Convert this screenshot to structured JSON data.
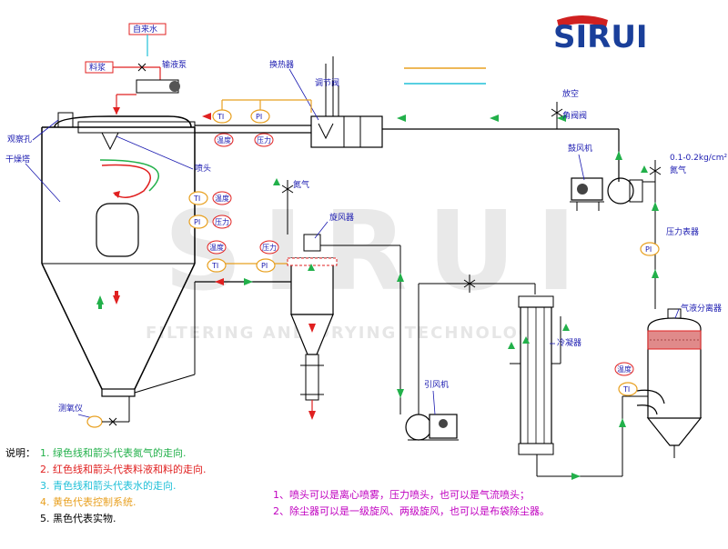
{
  "brand": {
    "logo_text": "SIRUI",
    "watermark": "FILTERING AND DRYING TECHNOLOGY"
  },
  "colors": {
    "nitrogen": "#22b04a",
    "feed": "#e02020",
    "cooling": "#20c0d8",
    "control": "#e8a020",
    "equipment": "#000000",
    "label": "#1a1ab0",
    "note": "#c000c0",
    "logo_blue": "#1a3f9a",
    "logo_red": "#d02020"
  },
  "labels": {
    "soft_water": "自来水",
    "feed_material": "料浆",
    "feed_pump": "输液泵",
    "heat_exchanger": "换热器",
    "regulating_valve": "调节阀",
    "vent": "放空",
    "check_valve": "角阀阀",
    "blower": "鼓风机",
    "pressure_spec": "0.1-0.2kg/cm²",
    "nitrogen_gas": "氮气",
    "pressure_gauge": "压力表器",
    "gas_liquid_separator": "气液分离器",
    "observation_hole": "观察孔",
    "dryer_tower": "干燥塔",
    "nozzle": "喷头",
    "nitrogen_left": "氮气",
    "cyclone": "旋风器",
    "condenser": "冷凝器",
    "exhaust_fan": "引风机",
    "temp_right": "温度",
    "oxygen_meter": "测氧仪"
  },
  "instruments": {
    "TI": "TI",
    "PI": "PI",
    "temp": "温度",
    "pressure": "压力"
  },
  "legend": {
    "title": "说明：",
    "items": [
      {
        "text": "1. 绿色线和箭头代表氮气的走向.",
        "color": "#22b04a"
      },
      {
        "text": "2. 红色线和箭头代表料液和料的走向.",
        "color": "#e02020"
      },
      {
        "text": "3. 青色线和箭头代表水的走向.",
        "color": "#20c0d8"
      },
      {
        "text": "4. 黄色代表控制系统.",
        "color": "#e8a020"
      },
      {
        "text": "5. 黑色代表实物.",
        "color": "#000000"
      }
    ]
  },
  "notes": [
    "1、喷头可以是离心喷雾，压力喷头，也可以是气流喷头；",
    "2、除尘器可以是一级旋风、两级旋风，也可以是布袋除尘器。"
  ]
}
